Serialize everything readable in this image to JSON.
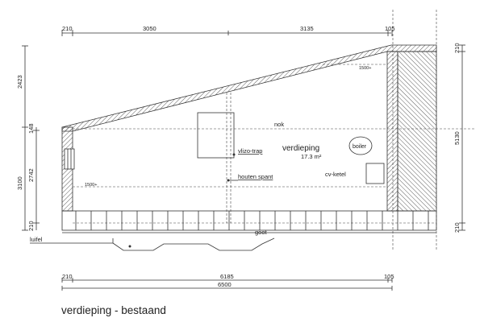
{
  "title": "verdieping - bestaand",
  "dimensions": {
    "top": [
      "210",
      "3050",
      "3135",
      "105"
    ],
    "left_outer": [
      "2423",
      "3100"
    ],
    "left_inner": [
      "148",
      "2742",
      "210"
    ],
    "right": [
      "210",
      "5130",
      "210"
    ],
    "bottom_row1": [
      "210",
      "6185",
      "105"
    ],
    "bottom_total": "6500"
  },
  "labels": {
    "nok": "nok",
    "level_top": "1500+",
    "level_left": "1500+",
    "room_name": "verdieping",
    "room_area": "17.3 m²",
    "boiler": "boiler",
    "cv_ketel": "cv-ketel",
    "vlizo_trap": "vlizo-trap",
    "houten_spant": "houten spant",
    "goot": "goot",
    "luifel": "luifel"
  }
}
